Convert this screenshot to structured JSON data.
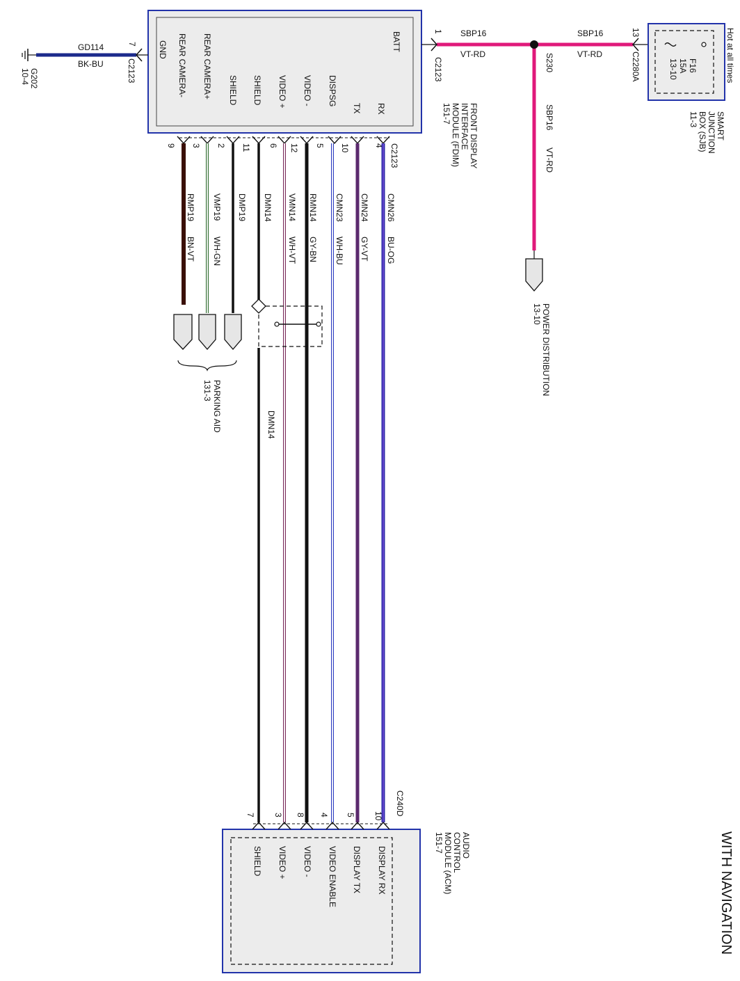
{
  "title": "WITH NAVIGATION",
  "colors": {
    "box_border": "#2233aa",
    "box_fill": "#ececec",
    "power_wire": "#e0197a",
    "ground_wire": "#1c2a8c",
    "wire_black": "#111111",
    "wire_brown": "#3a0f06",
    "wire_violet": "#5b2a6e",
    "wire_blue": "#2b2ba8"
  },
  "fdim": {
    "name": "FRONT DISPLAY INTERFACE MODULE (FDIM)",
    "name_lines": [
      "FRONT DISPLAY",
      "INTERFACE",
      "MODULE (FDIM)",
      "151-7"
    ],
    "connector": "C2123",
    "batt": {
      "label": "BATT",
      "pin": "1",
      "connector": "C2123"
    },
    "gnd": {
      "label": "GND",
      "pin": "7",
      "connector": "C2123"
    },
    "pins": [
      {
        "label": "RX",
        "pin": "4",
        "circuit": "CMN26",
        "color_code": "BU-OG",
        "wire": "#3a2fb0"
      },
      {
        "label": "TX",
        "pin": "10",
        "circuit": "CMN24",
        "color_code": "GY-VT",
        "wire": "#5b2a6e"
      },
      {
        "label": "DISPSG",
        "pin": "5",
        "circuit": "CMN23",
        "color_code": "WH-BU",
        "wire": "#4a5ad0"
      },
      {
        "label": "VIDEO -",
        "pin": "12",
        "circuit": "RMN14",
        "color_code": "GY-BN",
        "wire": "#111111"
      },
      {
        "label": "VIDEO +",
        "pin": "6",
        "circuit": "VMN14",
        "color_code": "WH-VT",
        "wire": "#7a2a5a"
      },
      {
        "label": "SHIELD",
        "pin": "11",
        "circuit": "DMN14",
        "color_code": "",
        "wire": "#111111"
      },
      {
        "label": "SHIELD",
        "pin": "2",
        "circuit": "DMP19",
        "color_code": "",
        "wire": "#111111"
      },
      {
        "label": "REAR CAMERA+",
        "pin": "3",
        "circuit": "VMP19",
        "color_code": "WH-GN",
        "wire": "#2d6a2d"
      },
      {
        "label": "REAR CAMERA-",
        "pin": "9",
        "circuit": "RMP19",
        "color_code": "BN-VT",
        "wire": "#3a0f06"
      }
    ]
  },
  "ground": {
    "circuit": "GD114",
    "color_code": "BK-BU",
    "point": "G202",
    "ref": "10-4"
  },
  "power": {
    "circuit_left": "SBP16",
    "color_left": "VT-RD",
    "splice": "S230",
    "circuit_right": "SBP16",
    "color_right": "VT-RD",
    "circuit_down": "SBP16",
    "color_down": "VT-RD",
    "sjb_pin": "13",
    "sjb_connector": "C2280A"
  },
  "sjb": {
    "hot_label": "Hot at all times",
    "fuse": "F16",
    "rating": "15A",
    "ref": "13-10",
    "name_lines": [
      "SMART",
      "JUNCTION",
      "BOX (SJB)",
      "11-3"
    ]
  },
  "power_distribution": {
    "label": "POWER DISTRIBUTION",
    "ref": "13-10"
  },
  "parking_aid": {
    "label": "PARKING AID",
    "ref": "131-3"
  },
  "dmn14_label": "DMN14",
  "acm": {
    "name_lines": [
      "AUDIO",
      "CONTROL",
      "MODULE (ACM)",
      "151-7"
    ],
    "connector": "C240D",
    "pins": [
      {
        "label": "DISPLAY RX",
        "pin": "10"
      },
      {
        "label": "DISPLAY TX",
        "pin": "5"
      },
      {
        "label": "VIDEO ENABLE",
        "pin": "4"
      },
      {
        "label": "VIDEO -",
        "pin": "8"
      },
      {
        "label": "VIDEO +",
        "pin": "3"
      },
      {
        "label": "SHIELD",
        "pin": "7"
      }
    ]
  }
}
